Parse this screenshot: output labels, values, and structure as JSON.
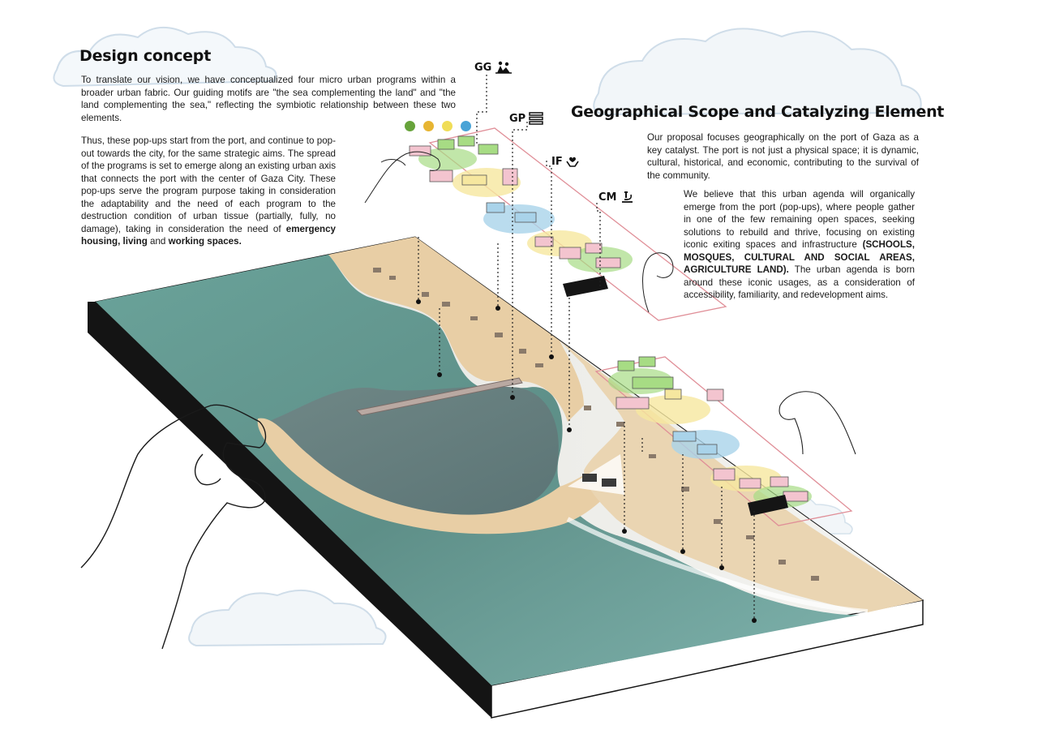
{
  "design_concept": {
    "title": "Design concept",
    "paragraph1": "To translate our vision, we have conceptualized four micro urban programs within a broader urban fabric. Our guiding motifs are \"the sea complementing the land\" and \"the land complementing the sea,\" reflecting the symbiotic relationship between these two elements.",
    "paragraph2_text": "Thus, these pop-ups start from the port, and continue to pop-out towards the city, for the same strategic aims. The spread of the programs is set to emerge along an existing urban axis that connects the port with the center of Gaza City. These pop-ups serve the program purpose taking in consideration the adaptability and the need of each program to the destruction condition of urban tissue (partially, fully, no damage), taking in consideration the need of ",
    "paragraph2_bold1": "emergency housing, living",
    "paragraph2_and": " and ",
    "paragraph2_bold2": "working spaces."
  },
  "geographical_scope": {
    "title": "Geographical Scope and Catalyzing Element",
    "paragraph1": "Our proposal focuses geographically on the port of Gaza as a key catalyst. The port is not just a physical space; it is dynamic, cultural, historical, and economic, contributing to the survival of the community.",
    "paragraph2_text": "We believe that this urban agenda will organically emerge from the port (pop-ups), where people gather in one of the few remaining open spaces, seeking solutions to rebuild and thrive, focusing on existing iconic exiting spaces and infrastructure ",
    "paragraph2_bold": "(SCHOOLS, MOSQUES, CULTURAL AND SOCIAL AREAS, AGRICULTURE LAND).",
    "paragraph2_tail": " The urban agenda is born around these iconic usages, as a consideration of accessibility, familiarity, and redevelopment aims."
  },
  "program_tags": [
    {
      "label": "GG",
      "icon": "gardening-people-icon"
    },
    {
      "label": "GP",
      "icon": "stacked-layers-icon"
    },
    {
      "label": "IF",
      "icon": "hands-heart-icon"
    },
    {
      "label": "CM",
      "icon": "microscope-icon"
    }
  ],
  "legend_dots": [
    {
      "color": "#67a33b"
    },
    {
      "color": "#e7b532"
    },
    {
      "color": "#f0dd57"
    },
    {
      "color": "#49a3d6"
    }
  ],
  "colors": {
    "sea": "#6aa39a",
    "sea_deep": "#577f80",
    "sand": "#e8cea5",
    "block_edge": "#141414",
    "frame_line": "#e08f98",
    "pale_green": "#a7dc84",
    "pale_pink": "#f3c4cf",
    "pale_yellow": "#f6e79f",
    "pale_blue": "#a9d3ea",
    "cloud": "#dce9f3"
  }
}
